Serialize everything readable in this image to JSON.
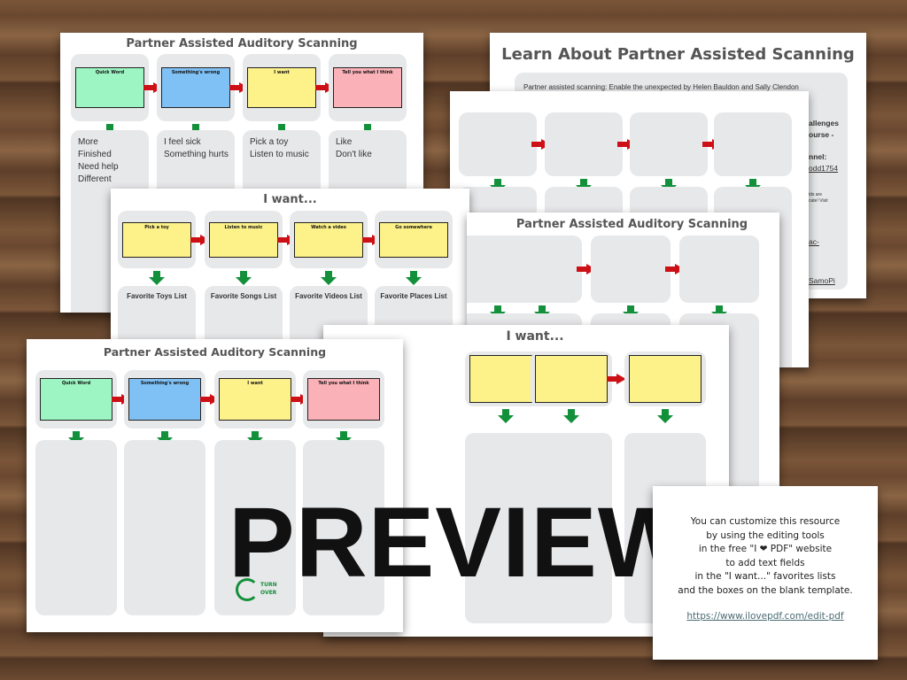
{
  "paas_filled": {
    "title": "Partner Assisted Auditory Scanning",
    "cards": [
      {
        "label": "Quick Word",
        "color": "#9df5c4"
      },
      {
        "label": "Something's wrong",
        "color": "#7fc0f5"
      },
      {
        "label": "I want",
        "color": "#fdf18a"
      },
      {
        "label": "Tell you what I think",
        "color": "#fbb1b8"
      }
    ],
    "lists": [
      [
        "More",
        "Finished",
        "Need help",
        "Different"
      ],
      [
        "I feel sick",
        "Something hurts"
      ],
      [
        "Pick a toy",
        "Listen to music"
      ],
      [
        "Like",
        "Don't like"
      ]
    ]
  },
  "learn": {
    "title": "Learn About Partner Assisted Scanning",
    "lines": [
      "Partner assisted scanning: Enable the unexpected by Helen Bauldon and Sally Clendon",
      "allenges",
      "ourse -",
      "nnel:",
      "odd1754",
      "ids are",
      "cate! Visit",
      "ac-",
      "SamoPi"
    ]
  },
  "paas_blank_title": "Partner Assisted Auditory Scanning",
  "iwant_filled": {
    "title": "I want...",
    "cards": [
      {
        "label": "Pick a toy"
      },
      {
        "label": "Listen to music"
      },
      {
        "label": "Watch a video"
      },
      {
        "label": "Go somewhere"
      }
    ],
    "lists": [
      "Favorite Toys List",
      "Favorite Songs List",
      "Favorite Videos List",
      "Favorite Places List"
    ]
  },
  "iwant_blank_title": "I want...",
  "paas_front": {
    "title": "Partner Assisted Auditory Scanning",
    "turn_over": "TURN OVER"
  },
  "preview": "PREVIEW",
  "note": {
    "lines": [
      "You can customize this resource",
      "by using the editing tools",
      "in the free \"I ❤ PDF\" website",
      "to add text fields",
      "in the \"I want...\" favorites lists",
      "and the boxes on the blank template."
    ],
    "link": "https://www.ilovepdf.com/edit-pdf"
  }
}
